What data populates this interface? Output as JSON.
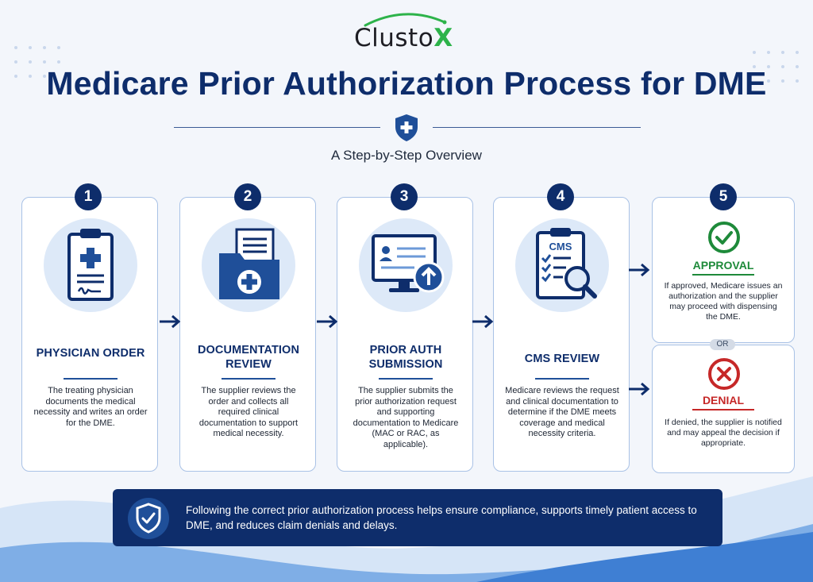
{
  "brand": {
    "logo_text": "Clusto",
    "logo_x": "X"
  },
  "header": {
    "title": "Medicare Prior Authorization Process for DME",
    "subtitle": "A Step-by-Step Overview"
  },
  "steps": [
    {
      "number": "1",
      "title": "PHYSICIAN ORDER",
      "icon": "clipboard-medical-icon",
      "description": "The treating physician documents the medical necessity and writes an order for the DME."
    },
    {
      "number": "2",
      "title": "DOCUMENTATION REVIEW",
      "icon": "folder-medical-icon",
      "description": "The supplier reviews the order and collects all required clinical documentation to support medical necessity."
    },
    {
      "number": "3",
      "title": "PRIOR AUTH SUBMISSION",
      "icon": "monitor-upload-icon",
      "description": "The supplier submits the prior authorization request and supporting documentation to Medicare (MAC or RAC, as applicable)."
    },
    {
      "number": "4",
      "title": "CMS REVIEW",
      "icon": "clipboard-magnifier-icon",
      "icon_text": "CMS",
      "description": "Medicare reviews the request and clinical documentation to determine if the DME meets coverage and medical necessity criteria."
    }
  ],
  "outcomes": {
    "number": "5",
    "approval": {
      "title": "APPROVAL",
      "color": "#1e8a3a",
      "icon": "check-circle-icon",
      "description": "If approved, Medicare issues an authorization and the supplier may proceed with dispensing the DME."
    },
    "or_label": "OR",
    "denial": {
      "title": "DENIAL",
      "color": "#c62828",
      "icon": "x-circle-icon",
      "description": "If denied, the supplier is notified and may appeal the decision if appropriate."
    }
  },
  "footer": {
    "icon": "shield-check-icon",
    "text": "Following the correct prior authorization process helps ensure compliance, supports timely patient access to DME, and reduces claim denials and delays."
  },
  "colors": {
    "navy": "#0e2d6b",
    "accent_blue": "#1f4f99",
    "light_blue": "#dde9f8",
    "green": "#2db34a"
  }
}
